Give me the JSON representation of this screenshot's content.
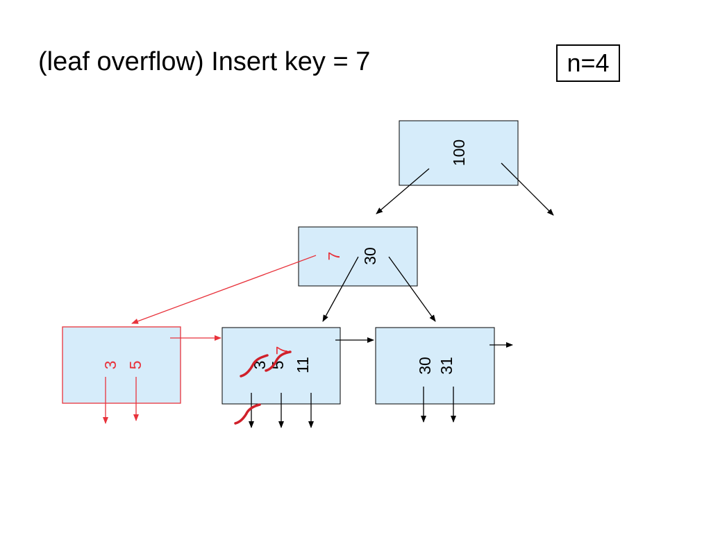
{
  "title": "(leaf overflow) Insert key = 7",
  "order_label": "n=4",
  "colors": {
    "node_fill": "#d6ecfa",
    "node_border": "#000000",
    "new_node_border": "#e8323b",
    "highlight": "#e8323b",
    "strike": "#d0202a"
  },
  "root": {
    "keys": [
      "100"
    ]
  },
  "internal": {
    "keys": [
      "7",
      "30"
    ],
    "new_key": "7"
  },
  "leaves": [
    {
      "name": "new-leaf",
      "keys": [
        "3",
        "5"
      ],
      "is_new": true
    },
    {
      "name": "middle-leaf",
      "keys": [
        "3",
        "5",
        "7",
        "11"
      ],
      "struck_keys": [
        "3",
        "5"
      ],
      "new_keys": [
        "7"
      ]
    },
    {
      "name": "right-leaf",
      "keys": [
        "30",
        "31"
      ]
    }
  ]
}
